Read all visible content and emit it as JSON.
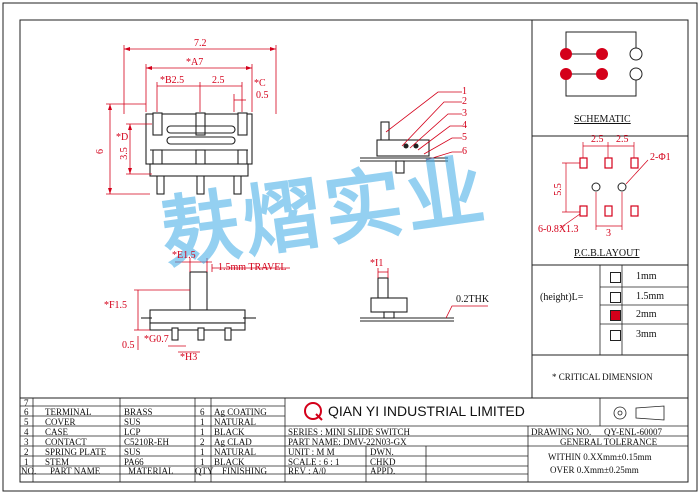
{
  "dims": {
    "top_width": "7.2",
    "a": "*A7",
    "b": "*B2.5",
    "b2": "2.5",
    "c": "*C",
    "c_val": "0.5",
    "d": "*D",
    "d_val": "3.5",
    "height": "6",
    "e": "*E1.5",
    "travel": "1.5mm  TRAVEL",
    "f": "*F1.5",
    "g": "*G0.7",
    "g_left": "0.5",
    "h": "*H3",
    "i": "*I1",
    "thk": "0.2THK",
    "callouts": [
      "1",
      "2",
      "3",
      "4",
      "5",
      "6"
    ]
  },
  "right_panel": {
    "schematic_title": "SCHEMATIC",
    "pcb_title": "P.C.B.LAYOUT",
    "pcb_dims": {
      "p1": "2.5",
      "p2": "2.5",
      "vert": "5.5",
      "hole": "2-Φ1",
      "bottom": "3",
      "pad": "6-0.8X1.3"
    },
    "height_label": "(height)L=",
    "heights": [
      {
        "label": "1mm",
        "selected": false
      },
      {
        "label": "1.5mm",
        "selected": false
      },
      {
        "label": "2mm",
        "selected": true
      },
      {
        "label": "3mm",
        "selected": false
      }
    ],
    "critical": "* CRITICAL  DIMENSION"
  },
  "watermark": "麸熠实业",
  "bom": {
    "rows": [
      {
        "no": "7",
        "part": "",
        "material": "",
        "qty": "",
        "finish": ""
      },
      {
        "no": "6",
        "part": "TERMINAL",
        "material": "BRASS",
        "qty": "6",
        "finish": "Ag  COATING"
      },
      {
        "no": "5",
        "part": "COVER",
        "material": "SUS",
        "qty": "1",
        "finish": "NATURAL"
      },
      {
        "no": "4",
        "part": "CASE",
        "material": "LCP",
        "qty": "1",
        "finish": "BLACK"
      },
      {
        "no": "3",
        "part": "CONTACT",
        "material": "C5210R-EH",
        "qty": "2",
        "finish": "Ag  CLAD"
      },
      {
        "no": "2",
        "part": "SPRING PLATE",
        "material": "SUS",
        "qty": "1",
        "finish": "NATURAL"
      },
      {
        "no": "1",
        "part": "STEM",
        "material": "PA66",
        "qty": "1",
        "finish": "BLACK"
      }
    ],
    "header": {
      "no": "NO.",
      "part": "PART NAME",
      "material": "MATERIAL",
      "qty": "QTY",
      "finish": "FINISHING"
    }
  },
  "title_block": {
    "company": "QIAN  YI  INDUSTRIAL  LIMITED",
    "logo_letter": "Q",
    "series": "SERIES : MINI SLIDE SWITCH",
    "part_name": "PART NAME: DMV-22N03-GX",
    "unit": "UNIT : M M",
    "dwn": "DWN.",
    "scale": "SCALE : 6 : 1",
    "chkd": "CHKD",
    "rev": "REV   : A/0",
    "appd": "APPD.",
    "drawing_no_label": "DRAWING NO.",
    "drawing_no": "QY-ENL-60007",
    "tolerance_title": "GENERAL TOLERANCE",
    "tol1": "WITHIN  0.XXmm±0.15mm",
    "tol2": "OVER   0.Xmm±0.25mm"
  },
  "colors": {
    "red": "#d4001a",
    "line": "#222222",
    "watermark": "#3caae6"
  }
}
